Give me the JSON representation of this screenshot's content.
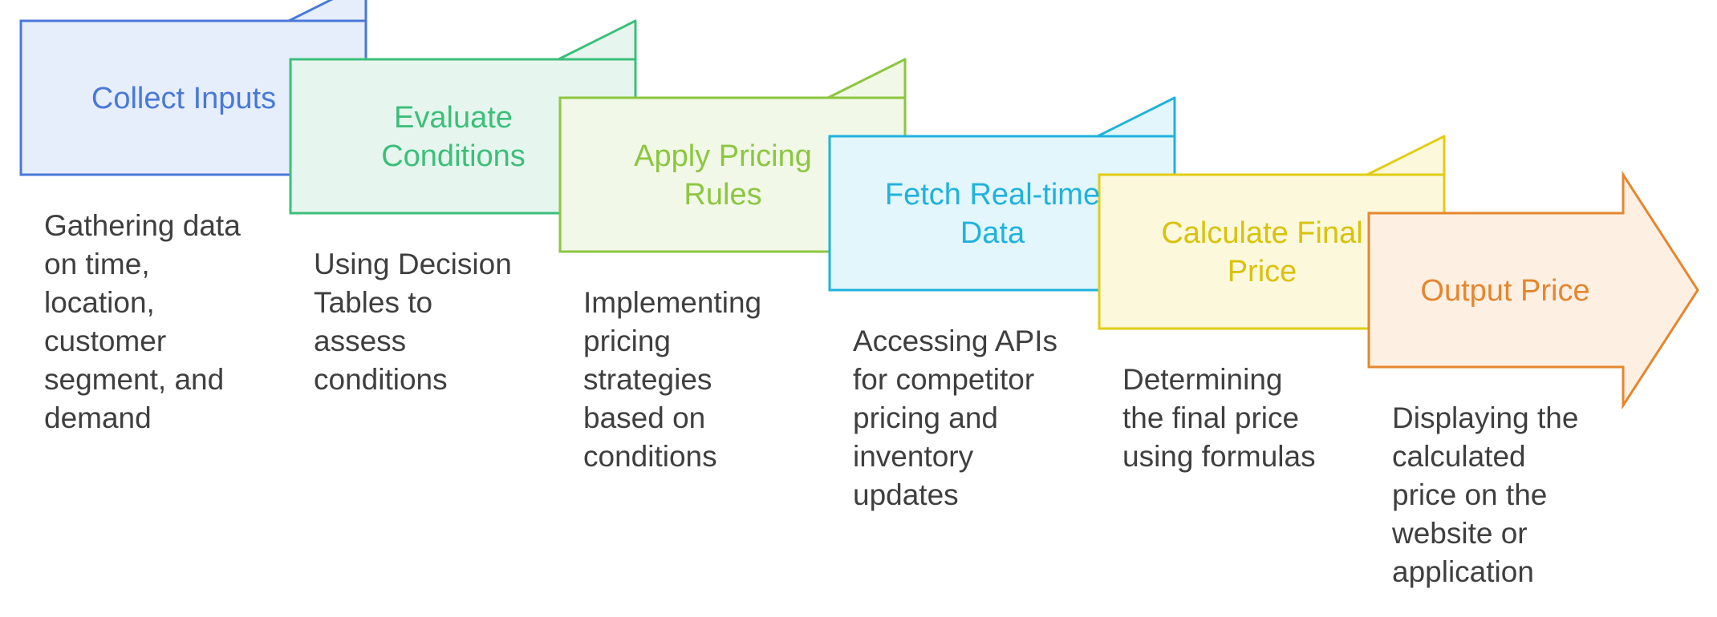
{
  "steps": [
    {
      "title_lines": [
        "Collect Inputs"
      ],
      "desc_lines": [
        "Gathering data",
        "on time,",
        "location,",
        "customer",
        "segment, and",
        "demand"
      ],
      "fill": "#e6eefb",
      "stroke": "#4a78d9",
      "text_color": "#4a78d9"
    },
    {
      "title_lines": [
        "Evaluate",
        "Conditions"
      ],
      "desc_lines": [
        "Using Decision",
        "Tables to",
        "assess",
        "conditions"
      ],
      "fill": "#e6f6ee",
      "stroke": "#3cbf7a",
      "text_color": "#3cbf7a"
    },
    {
      "title_lines": [
        "Apply Pricing",
        "Rules"
      ],
      "desc_lines": [
        "Implementing",
        "pricing",
        "strategies",
        "based on",
        "conditions"
      ],
      "fill": "#f1f8e7",
      "stroke": "#8cc63f",
      "text_color": "#8cc63f"
    },
    {
      "title_lines": [
        "Fetch Real-time",
        "Data"
      ],
      "desc_lines": [
        "Accessing APIs",
        "for competitor",
        "pricing and",
        "inventory",
        "updates"
      ],
      "fill": "#e3f6fb",
      "stroke": "#20b2dd",
      "text_color": "#20b2dd"
    },
    {
      "title_lines": [
        "Calculate Final",
        "Price"
      ],
      "desc_lines": [
        "Determining",
        "the final price",
        "using formulas"
      ],
      "fill": "#fbf8dc",
      "stroke": "#e2cc15",
      "text_color": "#d9c20c"
    },
    {
      "title_lines": [
        "Output Price"
      ],
      "desc_lines": [
        "Displaying the",
        "calculated",
        "price on the",
        "website or",
        "application"
      ],
      "fill": "#fdf0e3",
      "stroke": "#e5862e",
      "text_color": "#e5862e"
    }
  ]
}
